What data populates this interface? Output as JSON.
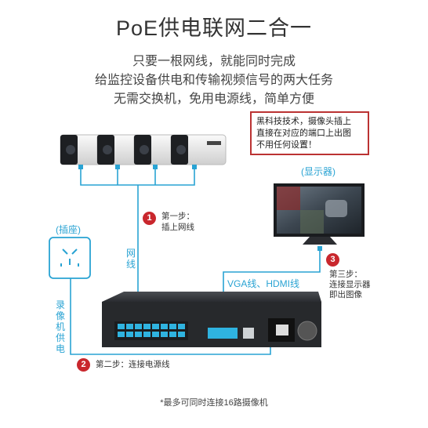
{
  "title": "PoE供电联网二合一",
  "subtitle_lines": [
    "只要一根网线，就能同时完成",
    "给监控设备供电和传输视频信号的两大任务",
    "无需交换机，免用电源线，简单方便"
  ],
  "note_lines": [
    "黑科技技术，摄像头插上",
    "直接在对应的端口上出图",
    "不用任何设置！"
  ],
  "monitor_label": "(显示器)",
  "socket_label": "(插座)",
  "network_cable_label": "网线",
  "vga_label": "VGA线、HDMI线",
  "recorder_power_label": "录像机供电",
  "step1": {
    "num": "1",
    "line1": "第一步：",
    "line2": "插上网线"
  },
  "step2": {
    "num": "2",
    "text": "第二步：连接电源线"
  },
  "step3": {
    "num": "3",
    "line1": "第三步：",
    "line2": "连接显示器",
    "line3": "即出图像"
  },
  "footer": "*最多可同时连接16路摄像机",
  "colors": {
    "cable": "#29a3d3",
    "step": "#c9272d",
    "note_border": "#b33333"
  },
  "icons": [
    "camera-icon",
    "socket-icon",
    "monitor-icon",
    "nvr-icon"
  ]
}
